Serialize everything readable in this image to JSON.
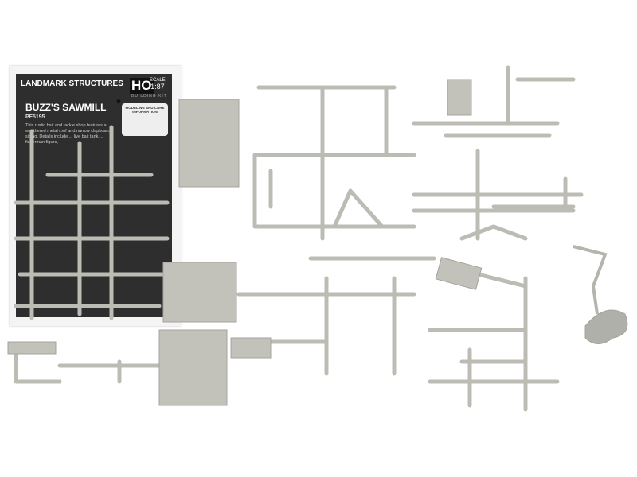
{
  "sheet": {
    "brand": "LANDMARK STRUCTURES",
    "scale_label": "HO",
    "scale_word": "SCALE",
    "scale_ratio": "1:87",
    "kit_type": "BUILDING KIT",
    "title": "BUZZ'S SAWMILL",
    "code": "PF5195",
    "description": "This rustic bait and tackle shop features a weathered metal roof and narrow clapboard siding. Details include ... live bait tank, ... fisherman figure,",
    "care_heading": "MODELING AND CARE INFORMATION"
  },
  "colors": {
    "plastic": "#bcbcb5",
    "plastic_dark": "#a4a49d",
    "panel": "#2e2e2e"
  }
}
